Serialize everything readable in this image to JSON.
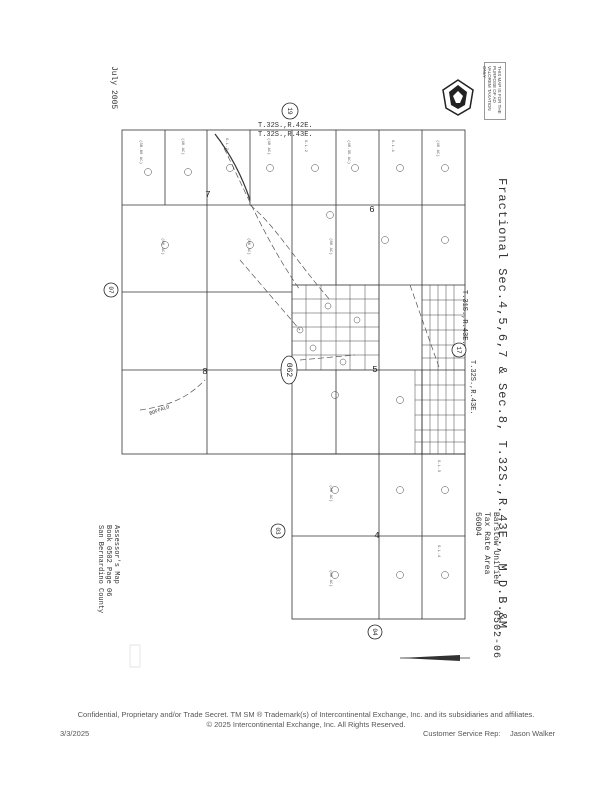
{
  "header": {
    "date": "July 2005",
    "township_top_1": "T.32S.,R.42E.",
    "township_top_2": "T.32S.,R.43E.",
    "township_mid_1": "T.31S.,R.43E.",
    "township_mid_2": "T.32S.,R.43E.",
    "stamp_text": "THIS MAP IS FOR THE PURPOSE OF AD VALOREM TAXATION ONLY"
  },
  "map": {
    "title": "Fractional Sec.4,5,6,7 & Sec.8, T.32S.,R.43E., M.D.B.&M.",
    "area": "Barstow Unified",
    "tax_rate_area": "Tax Rate Area",
    "tra_number": "56004",
    "sheet_number": "0502-06",
    "left_info_line1": "Assessor's Map",
    "left_info_line2": "Book 0502 Page 06",
    "left_info_line3": "San Bernardino County",
    "book_circles": [
      "19",
      "07",
      "03",
      "04",
      "17"
    ],
    "page_oval": "062",
    "section_numbers": [
      "7",
      "6",
      "8",
      "5",
      "4"
    ],
    "road_label": "BOFFALO",
    "parcel_labels": [
      "G.L.2",
      "G.L.1",
      "G.L.3",
      "G.L.4"
    ],
    "acreage_labels": [
      "(40 AC)",
      "(80 AC)",
      "(20 AC)",
      "10 AC",
      "(38.80 AC)",
      "(40.35 AC)"
    ]
  },
  "footer": {
    "notice_line1": "Confidential, Proprietary and/or Trade Secret.  TM SM ® Trademark(s) of Intercontinental Exchange, Inc. and its subsidiaries and affiliates.",
    "notice_line2": "© 2025 Intercontinental Exchange, Inc. All Rights Reserved.",
    "date": "3/3/2025",
    "rep_label": "Customer Service Rep:",
    "rep_name": "Jason Walker"
  }
}
